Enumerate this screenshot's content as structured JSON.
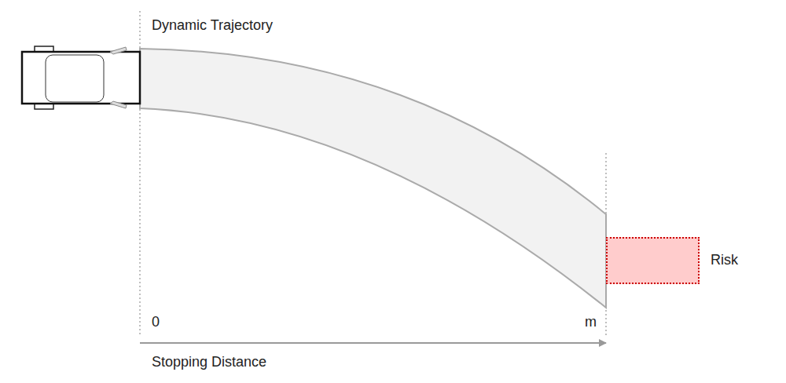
{
  "diagram": {
    "nodes": [
      {
        "text": [
          "Risk"
        ]
      }
    ],
    "labels": [
      "Dynamic Trajectory",
      "0",
      "m",
      "Stopping Distance"
    ]
  }
}
